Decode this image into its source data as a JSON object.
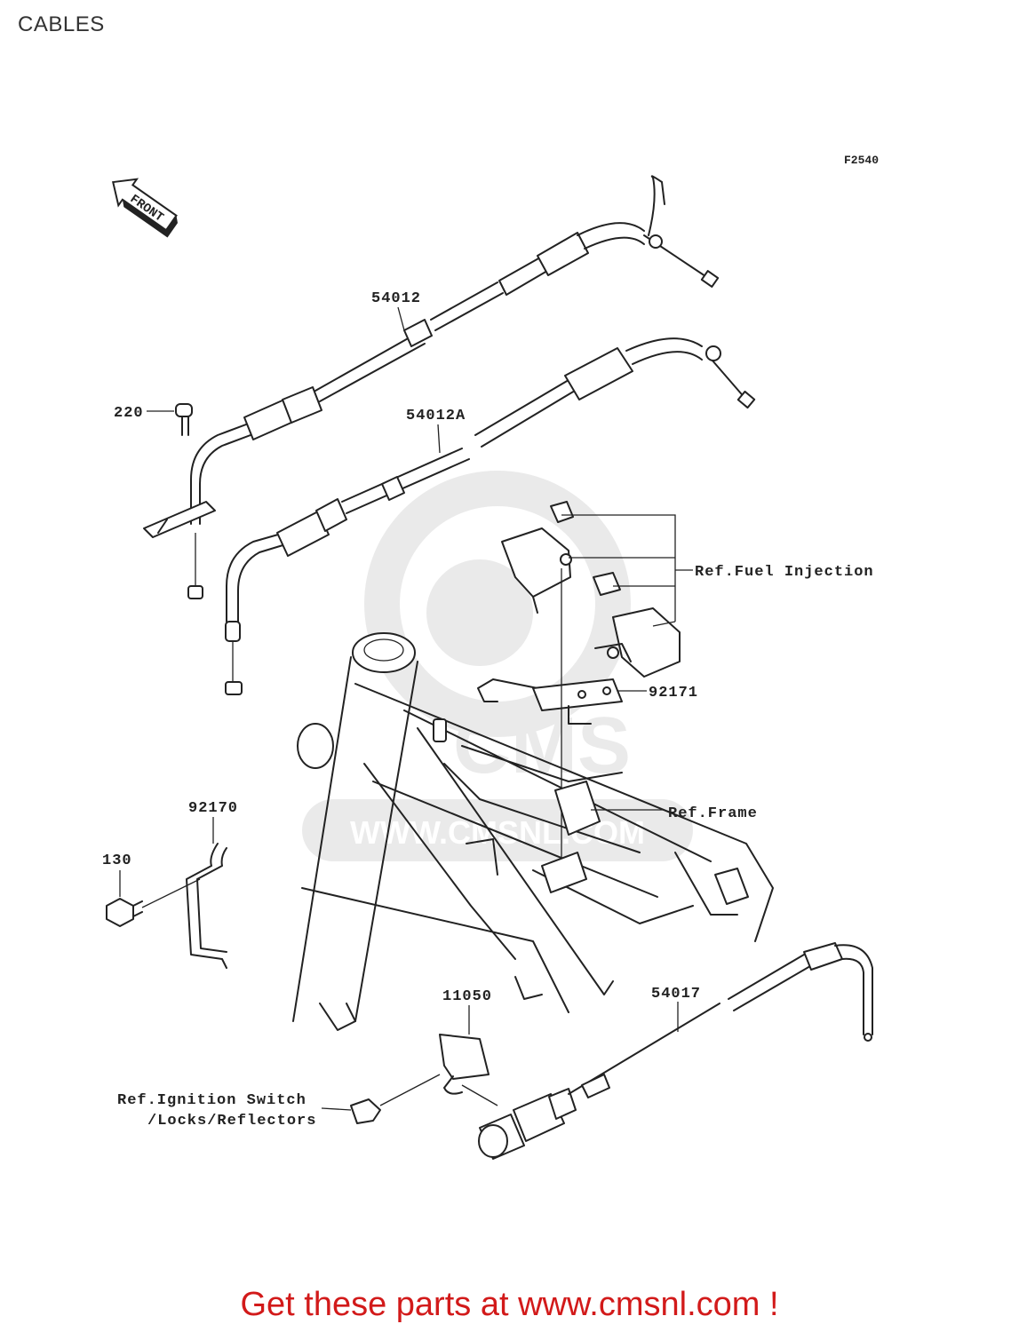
{
  "header": {
    "title": "CABLES"
  },
  "diagram": {
    "figure_code": "F2540",
    "front_label": "FRONT",
    "parts": [
      {
        "id": "cable-54012",
        "label": "54012"
      },
      {
        "id": "cable-54012a",
        "label": "54012A"
      },
      {
        "id": "bolt-220",
        "label": "220"
      },
      {
        "id": "clamp-92171",
        "label": "92171"
      },
      {
        "id": "clamp-92170",
        "label": "92170"
      },
      {
        "id": "bolt-130",
        "label": "130"
      },
      {
        "id": "bracket-11050",
        "label": "11050"
      },
      {
        "id": "cable-54017",
        "label": "54017"
      }
    ],
    "references": {
      "fuel_injection": "Ref.Fuel Injection",
      "frame": "Ref.Frame",
      "ignition_line1": "Ref.Ignition Switch",
      "ignition_line2": "/Locks/Reflectors"
    }
  },
  "watermark": {
    "text": "WWW.CMSNL.COM",
    "logo": "CMS"
  },
  "footer": {
    "cta": "Get these parts at www.cmsnl.com !"
  }
}
